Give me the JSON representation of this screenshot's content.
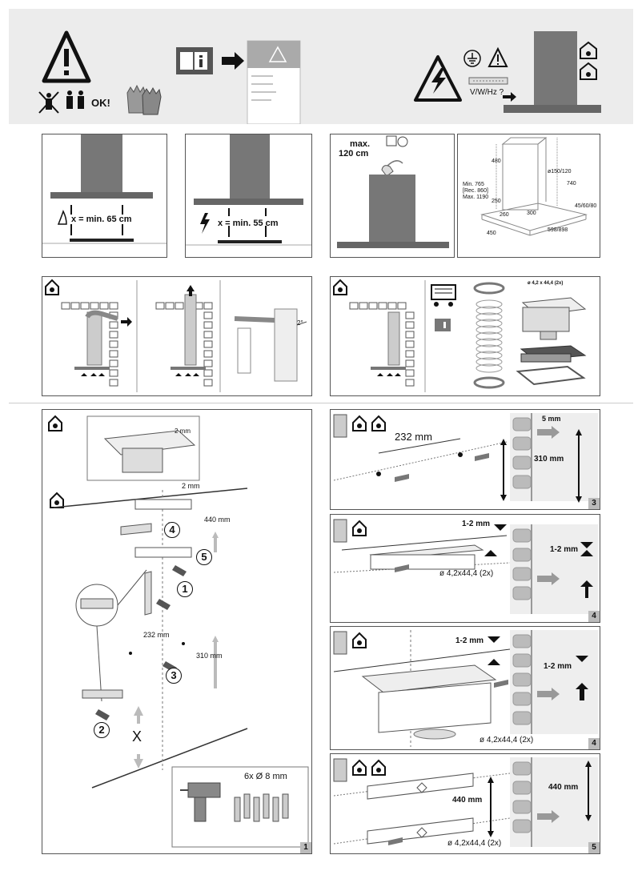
{
  "header": {
    "ok_label": "OK!",
    "vwhz_label": "V/W/Hz ?"
  },
  "clearance": {
    "gas": "x = min. 65 cm",
    "electric": "x = min. 55 cm",
    "max_height_line1": "max.",
    "max_height_line2": "120 cm"
  },
  "dimensions": {
    "d480": "480",
    "d150": "ø150/120",
    "d740": "740",
    "min_height_line1": "Min. 765",
    "min_height_line2": "[Rec. 860]",
    "min_height_line3": "Max. 1190",
    "d250": "250",
    "d260": "260",
    "d300": "300",
    "d45": "45/60/80",
    "d450": "450",
    "d598": "598/898"
  },
  "venting": {
    "angle": "2°",
    "screw_spec": "ø 4,2 x 44,4 (2x)"
  },
  "step1": {
    "mm2_top": "2 mm",
    "mm2": "2 mm",
    "mm440": "440 mm",
    "mm232": "232 mm",
    "mm310": "310 mm",
    "n1": "1",
    "n2": "2",
    "n3": "3",
    "n4": "4",
    "n5": "5",
    "x_mark": "X",
    "drill": "6x Ø 8 mm",
    "page": "1"
  },
  "step3": {
    "mm232": "232 mm",
    "mm5": "5 mm",
    "mm310": "310 mm",
    "page": "3"
  },
  "step4a": {
    "mm12a": "1-2 mm",
    "mm12b": "1-2 mm",
    "screw": "ø 4,2x44,4 (2x)",
    "page": "4"
  },
  "step4b": {
    "mm12a": "1-2 mm",
    "mm12b": "1-2 mm",
    "screw": "ø 4,2x44,4 (2x)",
    "page": "4"
  },
  "step5": {
    "mm440a": "440 mm",
    "mm440b": "440 mm",
    "screw": "ø 4,2x44,4 (2x)",
    "page": "5"
  }
}
